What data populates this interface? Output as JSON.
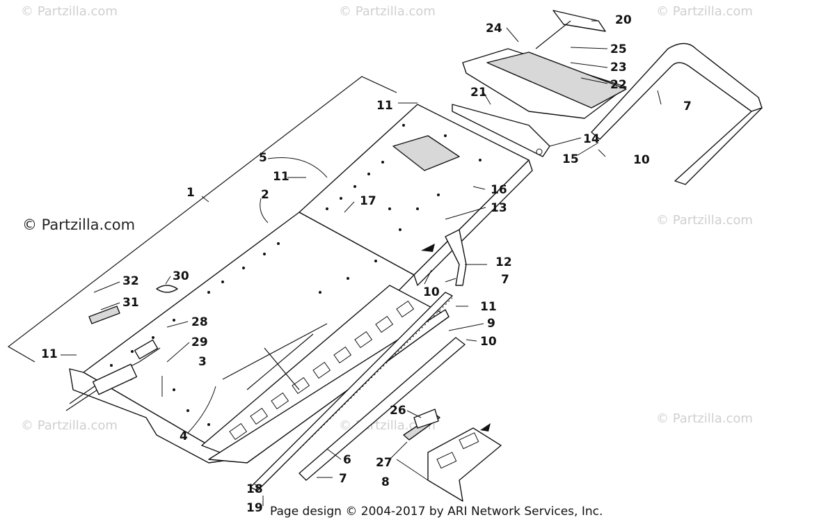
{
  "watermark": "© Partzilla.com",
  "footer": "Page design © 2004-2017 by ARI Network Services, Inc.",
  "callouts": [
    "1",
    "2",
    "3",
    "4",
    "5",
    "6",
    "7",
    "7",
    "7",
    "8",
    "9",
    "10",
    "10",
    "10",
    "11",
    "11",
    "11",
    "11",
    "12",
    "13",
    "14",
    "15",
    "16",
    "17",
    "18",
    "19",
    "20",
    "21",
    "22",
    "23",
    "24",
    "25",
    "26",
    "27",
    "28",
    "29",
    "30",
    "31",
    "32"
  ]
}
